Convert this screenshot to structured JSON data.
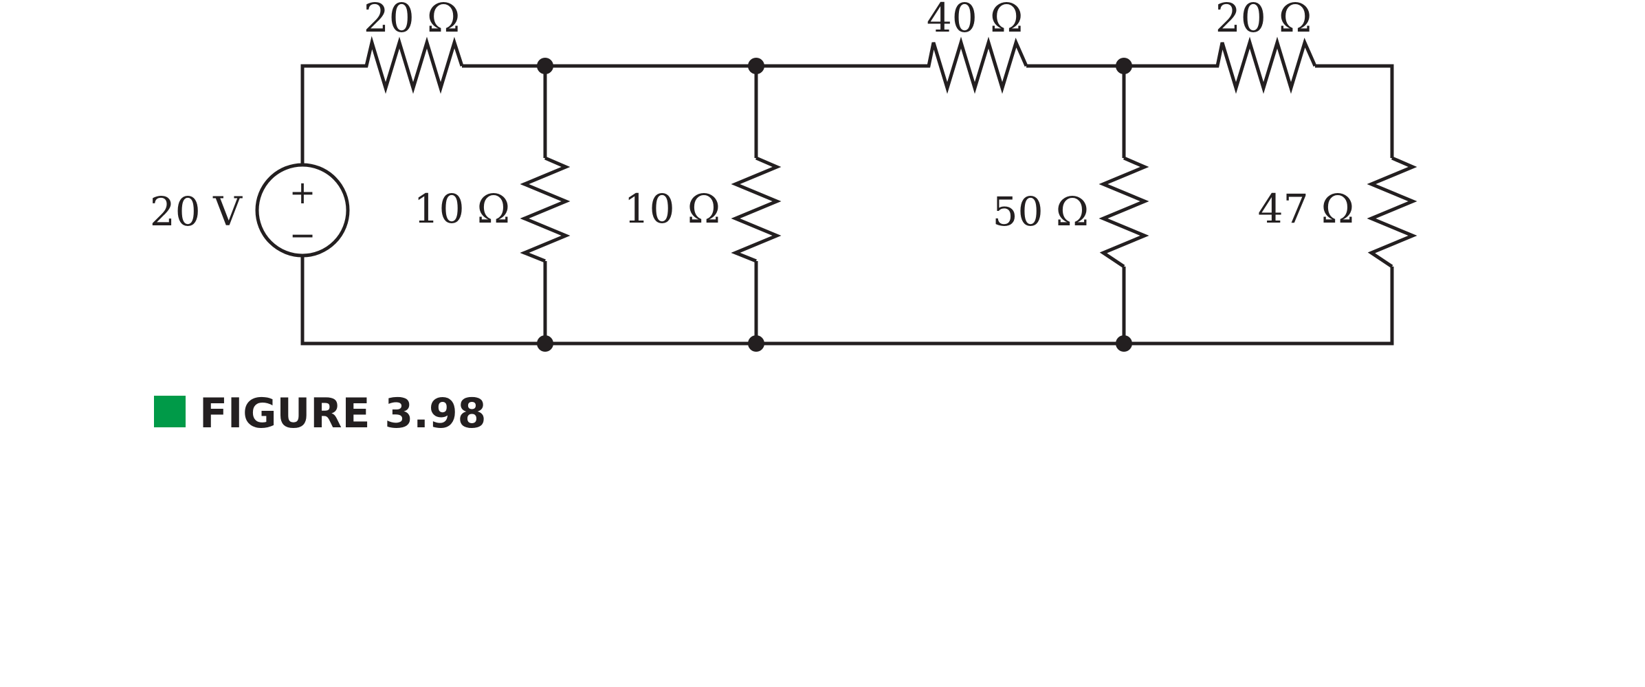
{
  "diagram": {
    "source": {
      "label": "20 V",
      "plus": "+",
      "minus": "−"
    },
    "resistors": {
      "r_top_1": "20 Ω",
      "r_shunt_1": "10 Ω",
      "r_shunt_2": "10 Ω",
      "r_top_2": "40 Ω",
      "r_shunt_3": "50 Ω",
      "r_top_3": "20 Ω",
      "r_shunt_4": "47 Ω"
    }
  },
  "caption": {
    "text": "FIGURE 3.98",
    "marker_color": "#009a48"
  }
}
